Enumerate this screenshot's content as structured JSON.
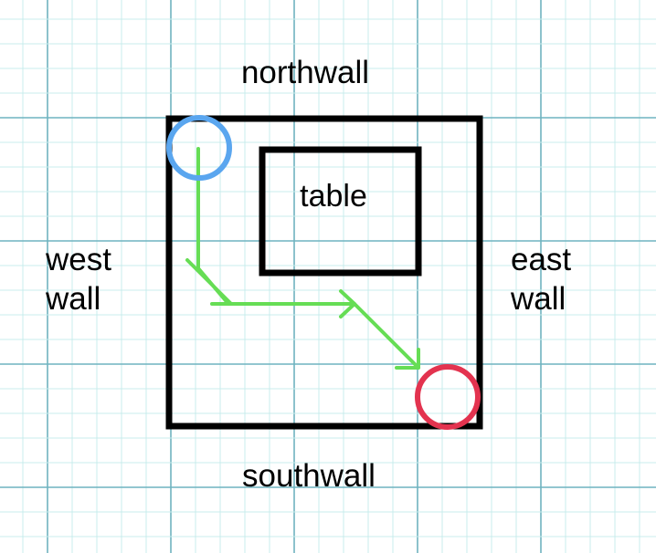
{
  "labels": {
    "north": "northwall",
    "south": "southwall",
    "west_line1": "west",
    "west_line2": "wall",
    "east_line1": "east",
    "east_line2": "wall",
    "table": "table"
  },
  "colors": {
    "grid_minor": "#c8ecec",
    "grid_major": "#6fb3c0",
    "walls": "#000000",
    "start_marker": "#5aa6ef",
    "end_marker": "#e3334f",
    "path": "#66dd55"
  }
}
